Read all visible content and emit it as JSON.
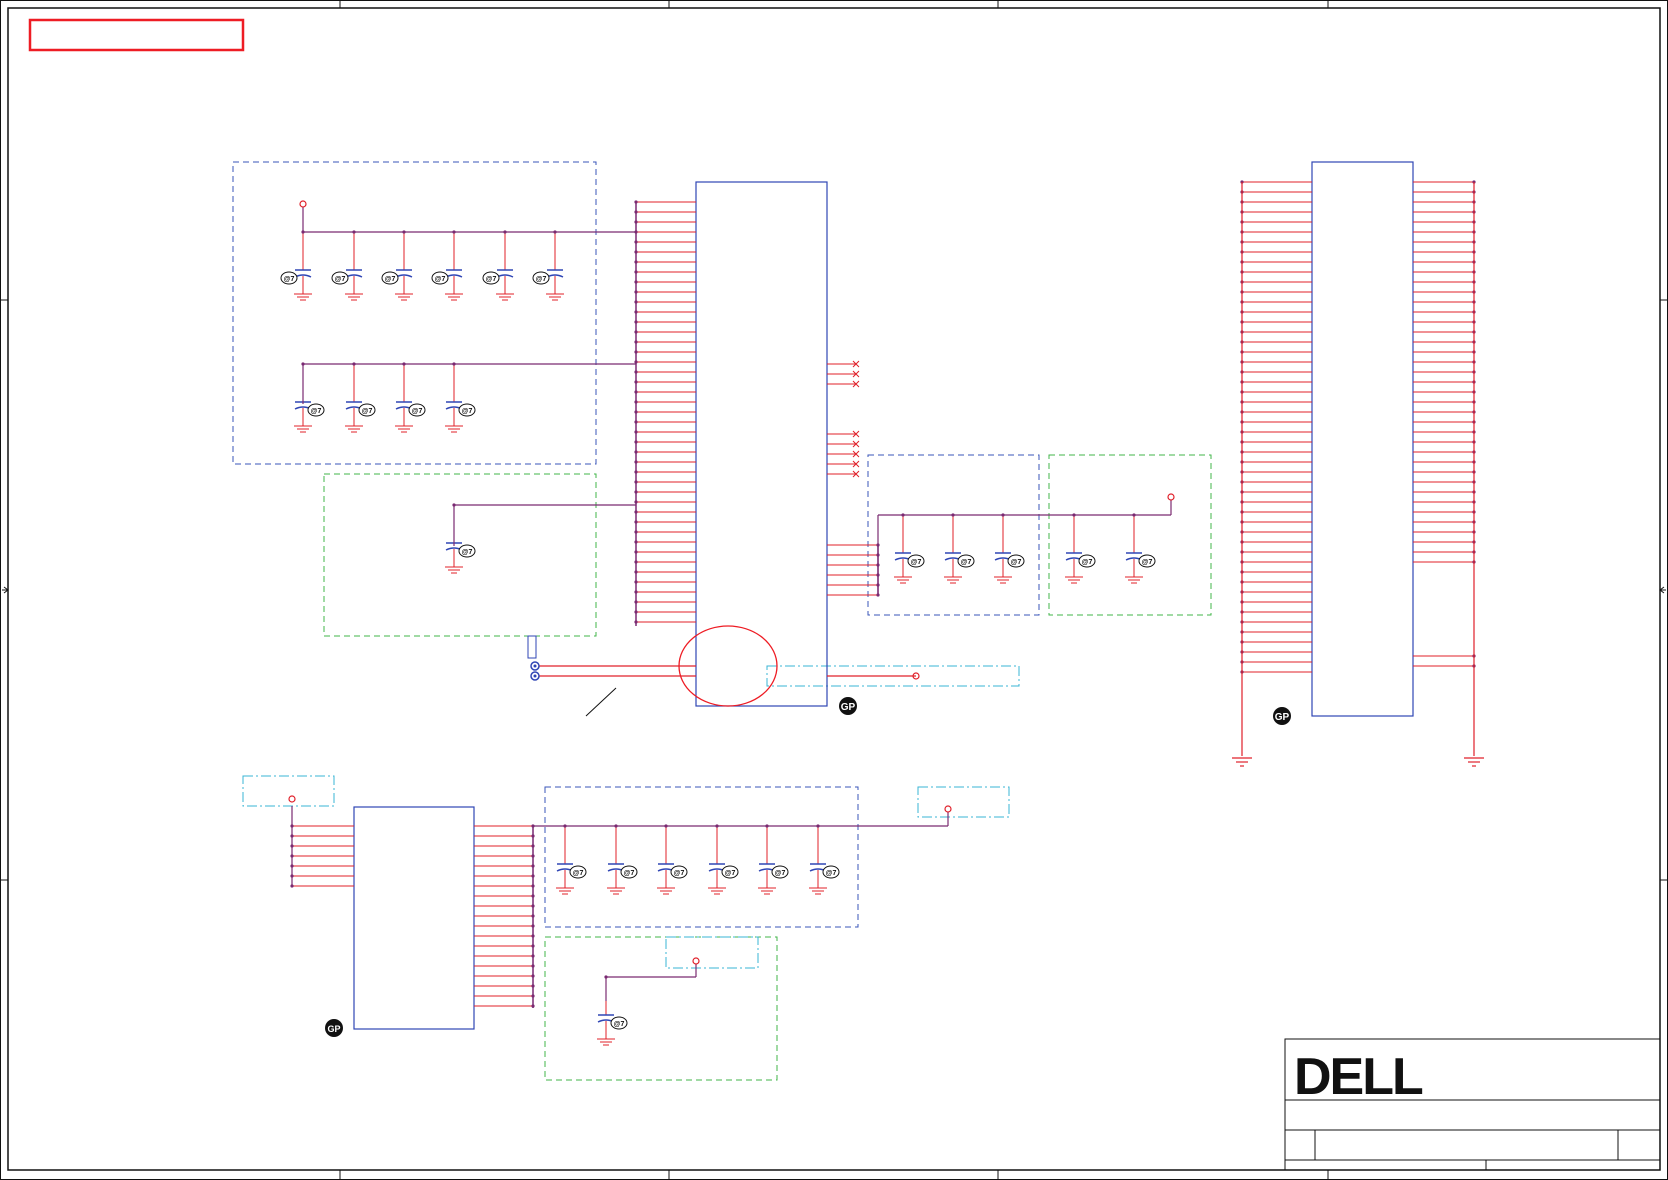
{
  "title_block": {
    "logo_text": "DELL"
  },
  "badges": {
    "gp": "GP",
    "mark": "@7"
  },
  "colors": {
    "net": "#e0202a",
    "component": "#2f45b4",
    "section_blue": "#3a55b8",
    "section_green": "#41b649",
    "annotation_cyan": "#39b4d4",
    "bus_purple": "#7a2a72",
    "highlight_red": "#ee1c24",
    "frame": "#111111"
  }
}
